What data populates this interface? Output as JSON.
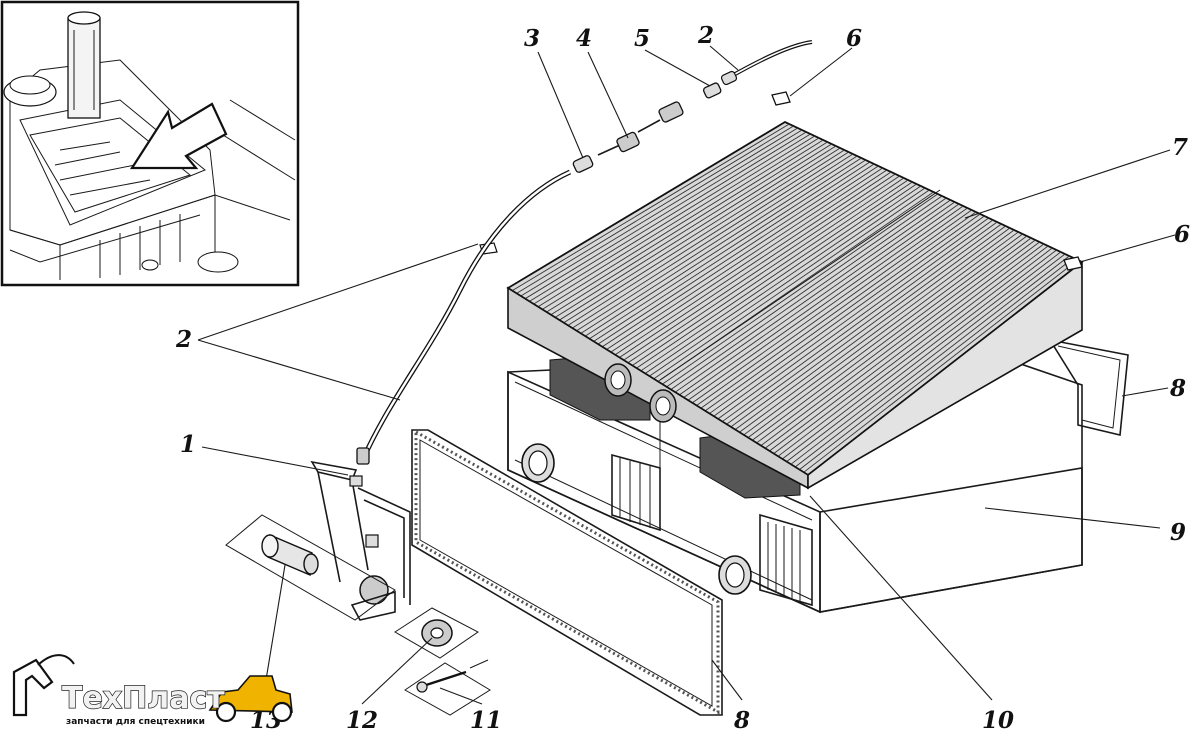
{
  "callouts": {
    "c1": "1",
    "c2a": "2",
    "c2b": "2",
    "c3": "3",
    "c4": "4",
    "c5": "5",
    "c6a": "6",
    "c6b": "6",
    "c7": "7",
    "c8a": "8",
    "c8b": "8",
    "c9": "9",
    "c10": "10",
    "c11": "11",
    "c12": "12",
    "c13": "13"
  },
  "logo": {
    "name": "ТехПласт",
    "tagline": "запчасти для спецтехники",
    "accent_color": "#f0b400"
  }
}
